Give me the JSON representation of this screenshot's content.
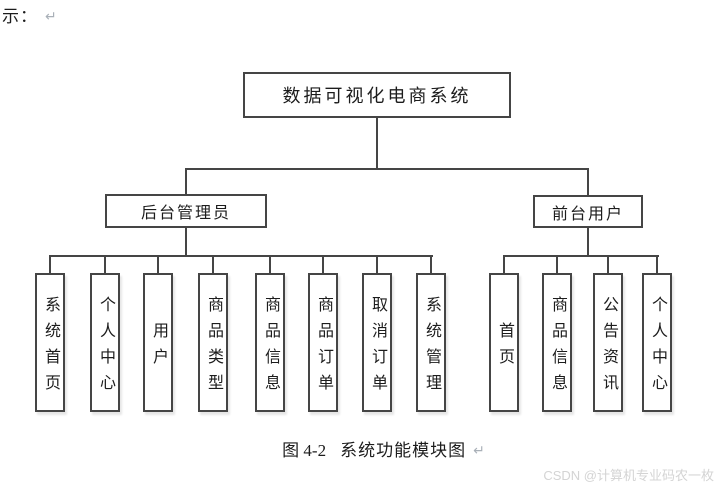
{
  "page": {
    "leading_text": "示：",
    "paragraph_mark": "↵"
  },
  "colors": {
    "line": "#454545",
    "box_border": "#454545",
    "box_fill": "#ffffff",
    "text": "#1c1c1c",
    "paragraph_mark": "#a9b0b8",
    "watermark": "#d4d4d4",
    "background": "#ffffff"
  },
  "diagram": {
    "root": {
      "label": "数据可视化电商系统"
    },
    "branches": [
      {
        "label": "后台管理员",
        "children": [
          "系统首页",
          "个人中心",
          "用户",
          "商品类型",
          "商品信息",
          "商品订单",
          "取消订单",
          "系统管理"
        ]
      },
      {
        "label": "前台用户",
        "children": [
          "首页",
          "商品信息",
          "公告资讯",
          "个人中心"
        ]
      }
    ]
  },
  "caption": {
    "figure_number": "图 4-2",
    "title": "系统功能模块图",
    "paragraph_mark": "↵"
  },
  "watermark": {
    "text": "CSDN @计算机专业码农一枚"
  }
}
